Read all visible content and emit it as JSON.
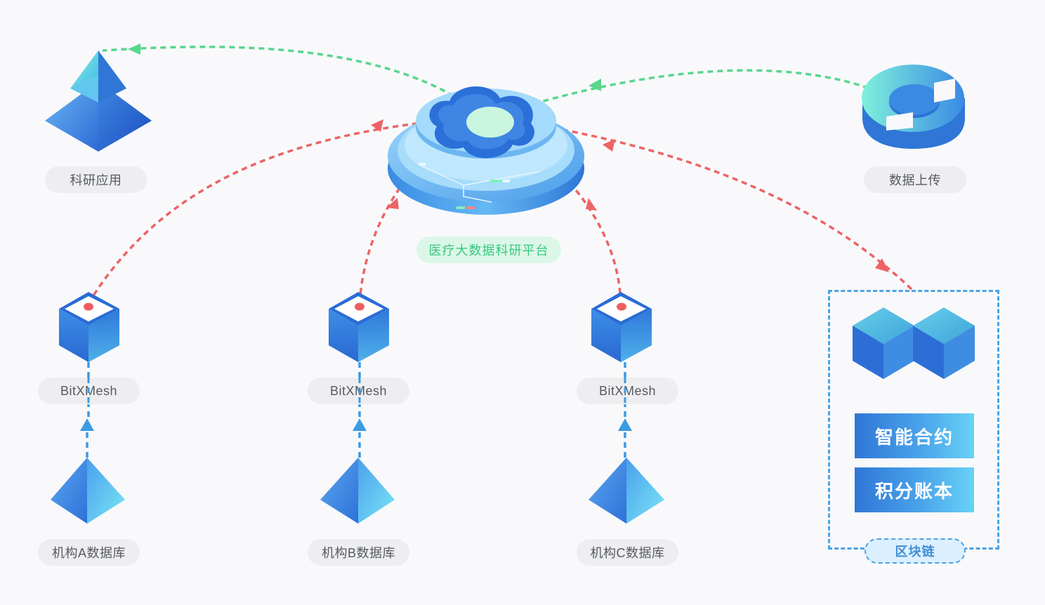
{
  "platform": {
    "label": "医疗大数据科研平台"
  },
  "research_app": {
    "label": "科研应用"
  },
  "data_upload": {
    "label": "数据上传"
  },
  "nodes": [
    {
      "mesh_label": "BitXMesh",
      "db_label": "机构A数据库"
    },
    {
      "mesh_label": "BitXMesh",
      "db_label": "机构B数据库"
    },
    {
      "mesh_label": "BitXMesh",
      "db_label": "机构C数据库"
    }
  ],
  "blockchain": {
    "tag": "区块链",
    "buttons": [
      "智能合约",
      "积分账本"
    ]
  },
  "colors": {
    "red_arrow": "#ec6466",
    "green_arrow": "#58d68d",
    "blue_arrow": "#3b9be4",
    "primary_blue": "#2f76d6",
    "accent_cyan": "#67d3f6"
  }
}
